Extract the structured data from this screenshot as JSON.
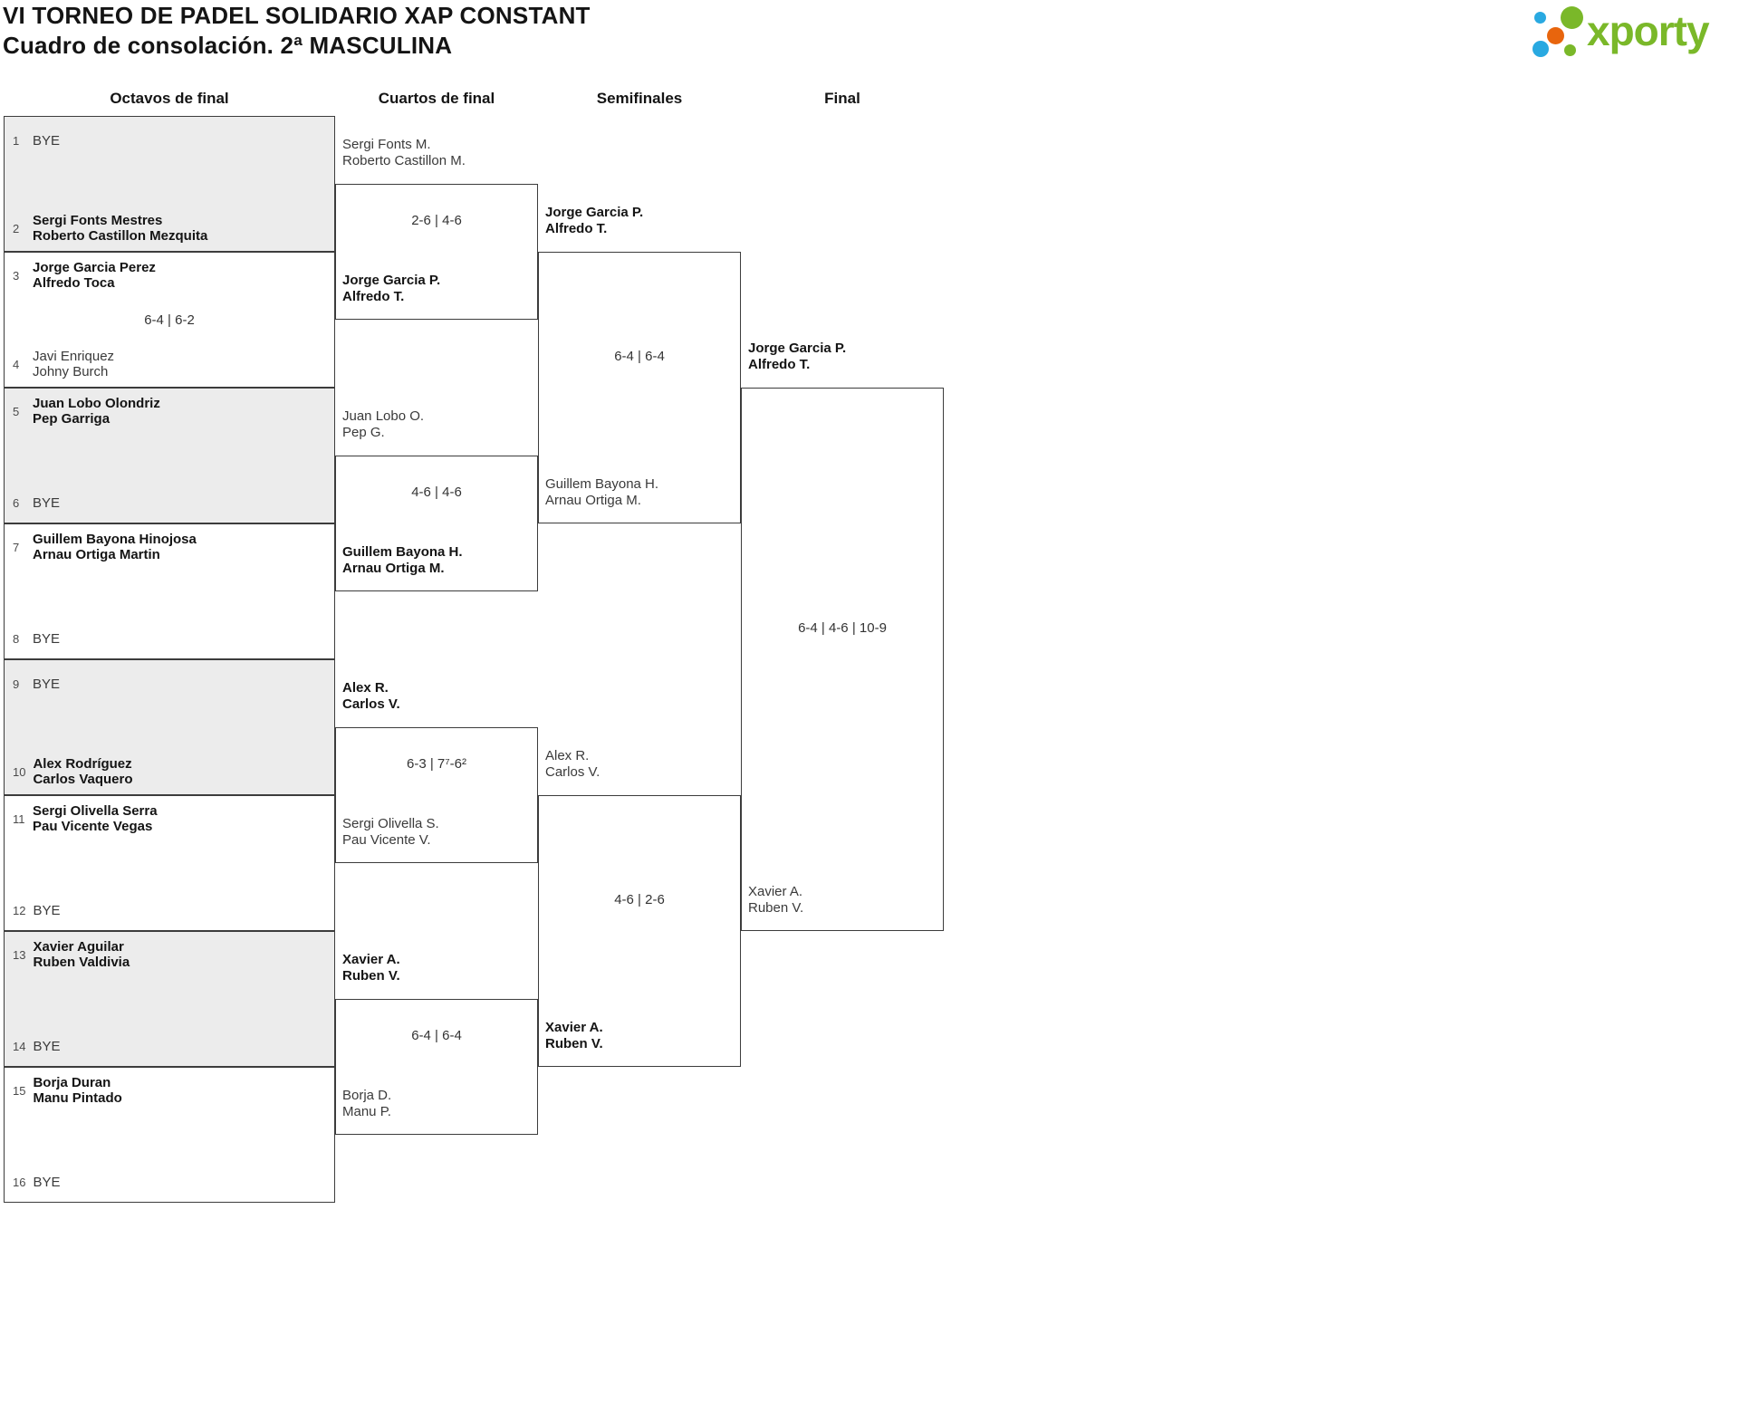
{
  "header": {
    "title": "VI TORNEO DE PADEL SOLIDARIO XAP CONSTANT",
    "subtitle": "Cuadro de consolación. 2ª MASCULINA"
  },
  "logo": {
    "brand": "xporty",
    "colors": {
      "green": "#7ab829",
      "blue": "#29a9e1",
      "orange": "#e8650d"
    }
  },
  "round_headers": [
    "Octavos de final",
    "Cuartos de final",
    "Semifinales",
    "Final"
  ],
  "bracket": {
    "octavos": [
      {
        "shaded": true,
        "score": "",
        "teamA": {
          "seed": "1",
          "lines": [
            "BYE"
          ],
          "winner": false
        },
        "teamB": {
          "seed": "2",
          "lines": [
            "Sergi Fonts Mestres",
            "Roberto Castillon Mezquita"
          ],
          "winner": true
        }
      },
      {
        "shaded": false,
        "score": "6-4 | 6-2",
        "teamA": {
          "seed": "3",
          "lines": [
            "Jorge Garcia Perez",
            "Alfredo Toca"
          ],
          "winner": true
        },
        "teamB": {
          "seed": "4",
          "lines": [
            "Javi Enriquez",
            "Johny Burch"
          ],
          "winner": false
        }
      },
      {
        "shaded": true,
        "score": "",
        "teamA": {
          "seed": "5",
          "lines": [
            "Juan Lobo Olondriz",
            "Pep Garriga"
          ],
          "winner": true
        },
        "teamB": {
          "seed": "6",
          "lines": [
            "BYE"
          ],
          "winner": false
        }
      },
      {
        "shaded": false,
        "score": "",
        "teamA": {
          "seed": "7",
          "lines": [
            "Guillem Bayona Hinojosa",
            "Arnau Ortiga Martin"
          ],
          "winner": true
        },
        "teamB": {
          "seed": "8",
          "lines": [
            "BYE"
          ],
          "winner": false
        }
      },
      {
        "shaded": true,
        "score": "",
        "teamA": {
          "seed": "9",
          "lines": [
            "BYE"
          ],
          "winner": false
        },
        "teamB": {
          "seed": "10",
          "lines": [
            "Alex Rodríguez",
            "Carlos Vaquero"
          ],
          "winner": true
        }
      },
      {
        "shaded": false,
        "score": "",
        "teamA": {
          "seed": "11",
          "lines": [
            "Sergi Olivella Serra",
            "Pau Vicente Vegas"
          ],
          "winner": true
        },
        "teamB": {
          "seed": "12",
          "lines": [
            "BYE"
          ],
          "winner": false
        }
      },
      {
        "shaded": true,
        "score": "",
        "teamA": {
          "seed": "13",
          "lines": [
            "Xavier Aguilar",
            "Ruben Valdivia"
          ],
          "winner": true
        },
        "teamB": {
          "seed": "14",
          "lines": [
            "BYE"
          ],
          "winner": false
        }
      },
      {
        "shaded": false,
        "score": "",
        "teamA": {
          "seed": "15",
          "lines": [
            "Borja Duran",
            "Manu Pintado"
          ],
          "winner": true
        },
        "teamB": {
          "seed": "16",
          "lines": [
            "BYE"
          ],
          "winner": false
        }
      }
    ],
    "cuartos": [
      {
        "score": "2-6 | 4-6",
        "teamA": {
          "lines": [
            "Sergi Fonts M.",
            "Roberto Castillon M."
          ],
          "winner": false
        },
        "teamB": {
          "lines": [
            "Jorge Garcia P.",
            "Alfredo T."
          ],
          "winner": true
        }
      },
      {
        "score": "4-6 | 4-6",
        "teamA": {
          "lines": [
            "Juan Lobo O.",
            "Pep G."
          ],
          "winner": false
        },
        "teamB": {
          "lines": [
            "Guillem Bayona H.",
            "Arnau Ortiga M."
          ],
          "winner": true
        }
      },
      {
        "score": "6-3 | 7⁷-6²",
        "teamA": {
          "lines": [
            "Alex R.",
            "Carlos V."
          ],
          "winner": true
        },
        "teamB": {
          "lines": [
            "Sergi Olivella S.",
            "Pau Vicente V."
          ],
          "winner": false
        }
      },
      {
        "score": "6-4 | 6-4",
        "teamA": {
          "lines": [
            "Xavier A.",
            "Ruben V."
          ],
          "winner": true
        },
        "teamB": {
          "lines": [
            "Borja D.",
            "Manu P."
          ],
          "winner": false
        }
      }
    ],
    "semifinales": [
      {
        "score": "6-4 | 6-4",
        "teamA": {
          "lines": [
            "Jorge Garcia P.",
            "Alfredo T."
          ],
          "winner": true
        },
        "teamB": {
          "lines": [
            "Guillem Bayona H.",
            "Arnau Ortiga M."
          ],
          "winner": false
        }
      },
      {
        "score": "4-6 | 2-6",
        "teamA": {
          "lines": [
            "Alex R.",
            "Carlos V."
          ],
          "winner": false
        },
        "teamB": {
          "lines": [
            "Xavier A.",
            "Ruben V."
          ],
          "winner": true
        }
      }
    ],
    "final": [
      {
        "score": "6-4 | 4-6 | 10-9",
        "teamA": {
          "lines": [
            "Jorge Garcia P.",
            "Alfredo T."
          ],
          "winner": true
        },
        "teamB": {
          "lines": [
            "Xavier A.",
            "Ruben V."
          ],
          "winner": false
        }
      }
    ]
  }
}
